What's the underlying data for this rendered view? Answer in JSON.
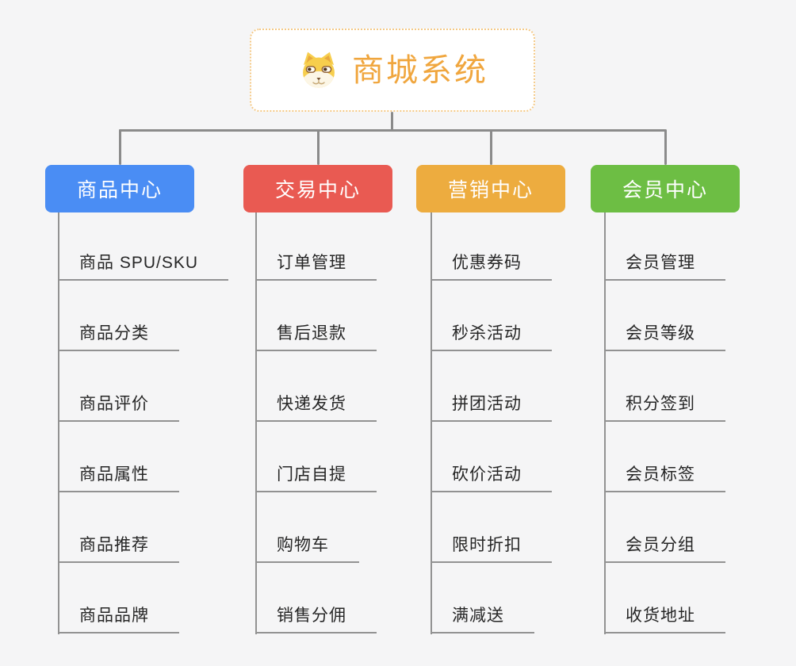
{
  "root": {
    "title": "商城系统",
    "accent_color": "#f0a63e",
    "border_color": "#f4c987",
    "icon": "shiba-dog-icon"
  },
  "connector_color": "#8b8b8b",
  "underline_color": "#929292",
  "background_color": "#f5f5f6",
  "branches": [
    {
      "label": "商品中心",
      "color": "#4a8df4",
      "children": [
        "商品 SPU/SKU",
        "商品分类",
        "商品评价",
        "商品属性",
        "商品推荐",
        "商品品牌"
      ]
    },
    {
      "label": "交易中心",
      "color": "#e95a52",
      "children": [
        "订单管理",
        "售后退款",
        "快递发货",
        "门店自提",
        "购物车",
        "销售分佣"
      ]
    },
    {
      "label": "营销中心",
      "color": "#edac3f",
      "children": [
        "优惠券码",
        "秒杀活动",
        "拼团活动",
        "砍价活动",
        "限时折扣",
        "满减送"
      ]
    },
    {
      "label": "会员中心",
      "color": "#6dbe44",
      "children": [
        "会员管理",
        "会员等级",
        "积分签到",
        "会员标签",
        "会员分组",
        "收货地址"
      ]
    }
  ]
}
